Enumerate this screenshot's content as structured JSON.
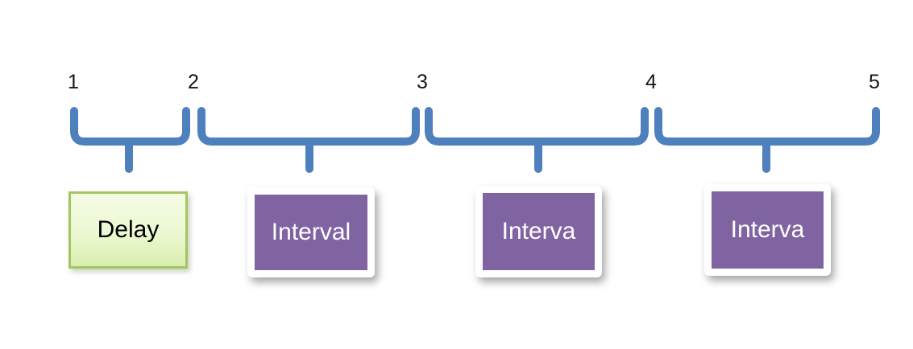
{
  "diagram": {
    "type": "timeline-brace-diagram",
    "markers": [
      {
        "label": "1"
      },
      {
        "label": "2"
      },
      {
        "label": "3"
      },
      {
        "label": "4"
      },
      {
        "label": "5"
      }
    ],
    "segments": [
      {
        "label": "Delay",
        "from": "1",
        "to": "2",
        "style": "green"
      },
      {
        "label": "Interval",
        "from": "2",
        "to": "3",
        "style": "purple"
      },
      {
        "label": "Interva",
        "from": "3",
        "to": "4",
        "style": "purple"
      },
      {
        "label": "Interva",
        "from": "4",
        "to": "5",
        "style": "purple"
      }
    ],
    "colors": {
      "brace": "#4e80bd",
      "purple_box_fill": "#8064a2",
      "purple_box_frame": "#ffffff",
      "purple_box_text": "#ffffff",
      "green_box_border": "#a3c663",
      "green_box_bg_top": "#f5fce4",
      "green_box_bg_bottom": "#d8eeae",
      "green_box_text": "#000000",
      "marker_text": "#151515",
      "background": "#ffffff"
    }
  }
}
